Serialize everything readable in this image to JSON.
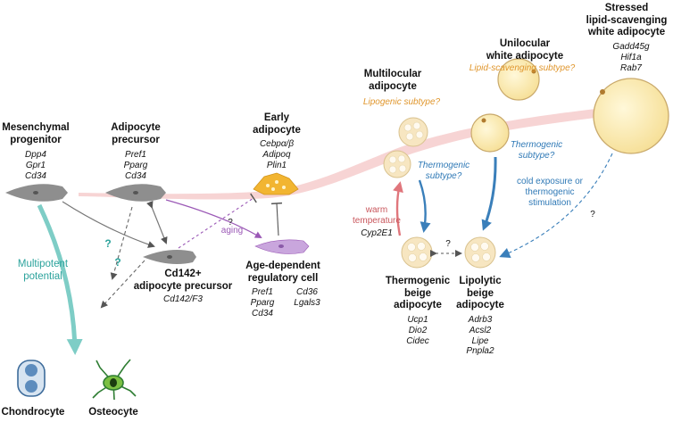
{
  "cells": {
    "mesenchymal": {
      "title": [
        "Mesenchymal",
        "progenitor"
      ],
      "genes": [
        "Dpp4",
        "Gpr1",
        "Cd34"
      ]
    },
    "precursor": {
      "title": [
        "Adipocyte",
        "precursor"
      ],
      "genes": [
        "Pref1",
        "Pparg",
        "Cd34"
      ]
    },
    "early": {
      "title": [
        "Early",
        "adipocyte"
      ],
      "genes": [
        "Cebpα/β",
        "Adipoq",
        "Plin1"
      ]
    },
    "cd142": {
      "title": [
        "Cd142+",
        "adipocyte precursor"
      ],
      "genes": [
        "Cd142/F3"
      ]
    },
    "areg": {
      "title": [
        "Age-dependent",
        "regulatory cell"
      ],
      "genes_left": [
        "Pref1",
        "Pparg",
        "Cd34"
      ],
      "genes_right": [
        "Cd36",
        "Lgals3"
      ]
    },
    "multilocular": {
      "title": [
        "Multilocular",
        "adipocyte"
      ],
      "subtype": "Lipogenic  subtype?"
    },
    "unilocular": {
      "title": [
        "Unilocular",
        "white adipocyte"
      ],
      "subtype": "Lipid-scavenging subtype?"
    },
    "stressed": {
      "title": [
        "Stressed",
        "lipid-scavenging",
        "white adipocyte"
      ],
      "genes": [
        "Gadd45g",
        "Hif1a",
        "Rab7"
      ]
    },
    "thermo_beige": {
      "title": [
        "Thermogenic",
        "beige",
        "adipocyte"
      ],
      "genes": [
        "Ucp1",
        "Dio2",
        "Cidec"
      ]
    },
    "lipolytic_beige": {
      "title": [
        "Lipolytic",
        "beige",
        "adipocyte"
      ],
      "genes": [
        "Adrb3",
        "Acsl2",
        "Lipe",
        "Pnpla2"
      ]
    },
    "chondrocyte": {
      "title": "Chondrocyte"
    },
    "osteocyte": {
      "title": "Osteocyte"
    }
  },
  "annotations": {
    "thermogenic_subtype_1": [
      "Thermogenic",
      "subtype?"
    ],
    "thermogenic_subtype_2": [
      "Thermogenic",
      "subtype?"
    ],
    "cold": [
      "cold exposure or",
      "thermogenic",
      "stimulation"
    ],
    "warm": [
      "warm",
      "temperature"
    ],
    "cyp2e1": "Cyp2E1",
    "aging": "aging",
    "multipotent": [
      "Multipotent",
      "potential"
    ],
    "q1": "?",
    "q2": "?",
    "q3": "?",
    "q4": "?",
    "q5": "?"
  },
  "colors": {
    "fibroblast": "#8e8e8e",
    "early_adipocyte": "#f2b531",
    "areg_cell": "#c9a6dd",
    "fat_cell": "#fbe9ae",
    "beige_cell": "#f7e6c1",
    "teal_arrow": "#7ecdc6",
    "blue_arrow": "#3a7fba",
    "red_arrow": "#e0767c",
    "purple_arrow": "#9b59b6",
    "trajectory": "#f5c9c9"
  }
}
